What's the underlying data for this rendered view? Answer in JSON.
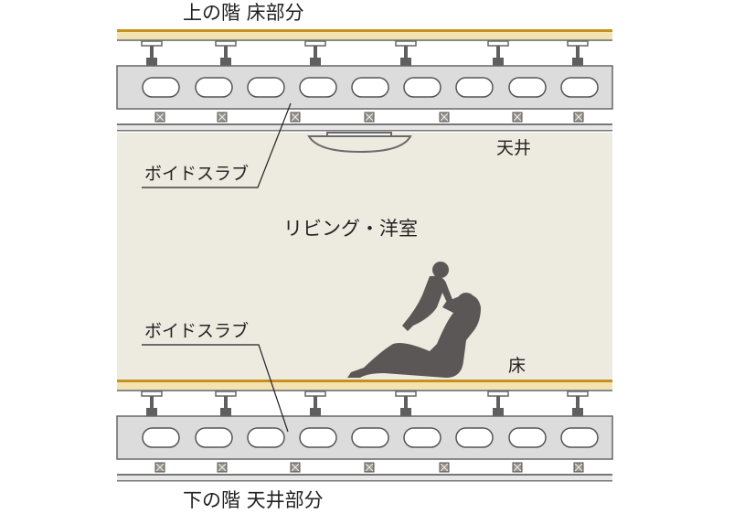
{
  "labels": {
    "upper_floor": "上の階 床部分",
    "lower_ceiling": "下の階 天井部分",
    "ceiling": "天井",
    "floor": "床",
    "room": "リビング・洋室",
    "void_slab_top": "ボイドスラブ",
    "void_slab_bottom": "ボイドスラブ"
  },
  "colors": {
    "room": "#edeae0",
    "slab": "#dcdcdc",
    "floor_wood": "#f3e3b0",
    "floor_edge": "#c8901e",
    "structure": "#5f5f5f",
    "silhouette": "#5b5756"
  }
}
